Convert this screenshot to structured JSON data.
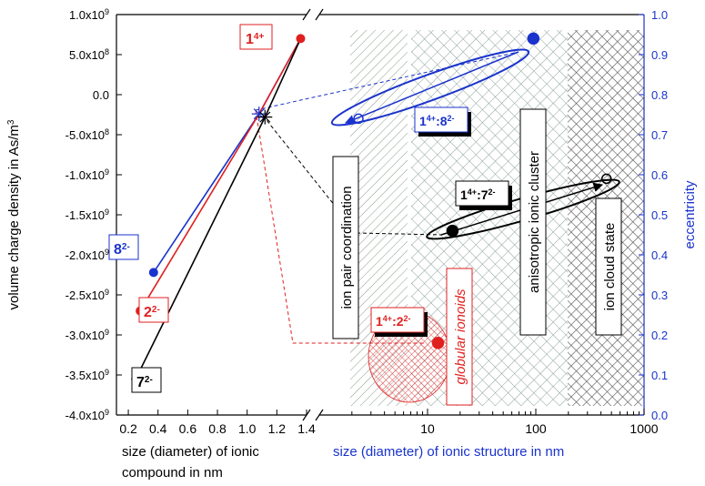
{
  "chart_data": [
    {
      "type": "line",
      "panel": "left",
      "xlabel_line1": "size (diameter) of ionic",
      "xlabel_line2": "compound in nm",
      "ylabel": "volume charge density in As/m",
      "ylabel_sup": "3",
      "xlim": [
        0.12,
        1.4
      ],
      "ylim": [
        -4000000000.0,
        1000000000.0
      ],
      "x_ticks": [
        0.2,
        0.4,
        0.6,
        0.8,
        1.0,
        1.2,
        1.4
      ],
      "x_tick_labels": [
        "0.2",
        "0.4",
        "0.6",
        "0.8",
        "1.0",
        "1.2",
        "1.4"
      ],
      "y_ticks": [
        {
          "value": 1000000000.0,
          "mant": "1.0x10",
          "exp": "9"
        },
        {
          "value": 500000000.0,
          "mant": "5.0x10",
          "exp": "8"
        },
        {
          "value": 0,
          "mant": "0.0",
          "exp": ""
        },
        {
          "value": -500000000.0,
          "mant": "-5.0x10",
          "exp": "8"
        },
        {
          "value": -1000000000.0,
          "mant": "-1.0x10",
          "exp": "9"
        },
        {
          "value": -1500000000.0,
          "mant": "-1.5x10",
          "exp": "9"
        },
        {
          "value": -2000000000.0,
          "mant": "-2.0x10",
          "exp": "9"
        },
        {
          "value": -2500000000.0,
          "mant": "-2.5x10",
          "exp": "9"
        },
        {
          "value": -3000000000.0,
          "mant": "-3.0x10",
          "exp": "9"
        },
        {
          "value": -3500000000.0,
          "mant": "-3.5x10",
          "exp": "9"
        },
        {
          "value": -4000000000.0,
          "mant": "-4.0x10",
          "exp": "9"
        }
      ],
      "series": [
        {
          "name": "8",
          "name_sup": "2-",
          "color": "#1a33cc",
          "x": [
            0.37,
            1.08
          ],
          "y": [
            -2220000000.0,
            -240000000.0
          ]
        },
        {
          "name": "2",
          "name_sup": "2-",
          "color": "#e01f1f",
          "x": [
            0.28,
            1.08
          ],
          "y": [
            -2700000000.0,
            -240000000.0
          ]
        },
        {
          "name": "7",
          "name_sup": "2-",
          "color": "#000000",
          "x": [
            0.25,
            1.12
          ],
          "y": [
            -3550000000.0,
            -280000000.0
          ]
        }
      ],
      "points": [
        {
          "label": "1",
          "label_sup": "4+",
          "color": "#e01f1f",
          "x": 1.36,
          "y": 700000000.0
        }
      ],
      "intersections": [
        {
          "color": "#1a33cc",
          "x": 1.08,
          "y": -240000000.0
        },
        {
          "color": "#000000",
          "x": 1.12,
          "y": -280000000.0
        }
      ]
    },
    {
      "type": "scatter",
      "panel": "right",
      "xlabel": "size (diameter) of ionic structure in nm",
      "ylabel": "eccentricity",
      "x_scale": "log",
      "xlim": [
        1,
        1000
      ],
      "ylim": [
        0,
        1.0
      ],
      "x_ticks": [
        10,
        100,
        1000
      ],
      "x_tick_labels": [
        "10",
        "100",
        "1000"
      ],
      "y_ticks": [
        0.0,
        0.1,
        0.2,
        0.3,
        0.4,
        0.5,
        0.6,
        0.7,
        0.8,
        0.9,
        1.0
      ],
      "y_tick_labels": [
        "0.0",
        "0.1",
        "0.2",
        "0.3",
        "0.4",
        "0.5",
        "0.6",
        "0.7",
        "0.8",
        "0.9",
        "1.0"
      ],
      "regions": [
        {
          "label": "ion pair coordination",
          "x_range": [
            2.5,
            7.5
          ]
        },
        {
          "label": "anisotropic ionic cluster",
          "x_range": [
            7.5,
            200
          ]
        },
        {
          "label": "ion cloud state",
          "x_range": [
            200,
            1000
          ]
        },
        {
          "label": "globular ionoids",
          "color": "#e01f1f"
        }
      ],
      "series": [
        {
          "name": "1",
          "name_sup": "4+",
          "name_suffix": ":8",
          "suffix_sup": "2-",
          "color": "#1a33cc",
          "x": [
            95,
            2.3
          ],
          "y": [
            0.94,
            0.74
          ]
        },
        {
          "name": "1",
          "name_sup": "4+",
          "name_suffix": ":7",
          "suffix_sup": "2-",
          "color": "#000000",
          "x": [
            17,
            450
          ],
          "y": [
            0.46,
            0.59
          ]
        },
        {
          "name": "1",
          "name_sup": "4+",
          "name_suffix": ":2",
          "suffix_sup": "2-",
          "color": "#e01f1f",
          "x": [
            12.5
          ],
          "y": [
            0.18
          ]
        }
      ]
    }
  ]
}
